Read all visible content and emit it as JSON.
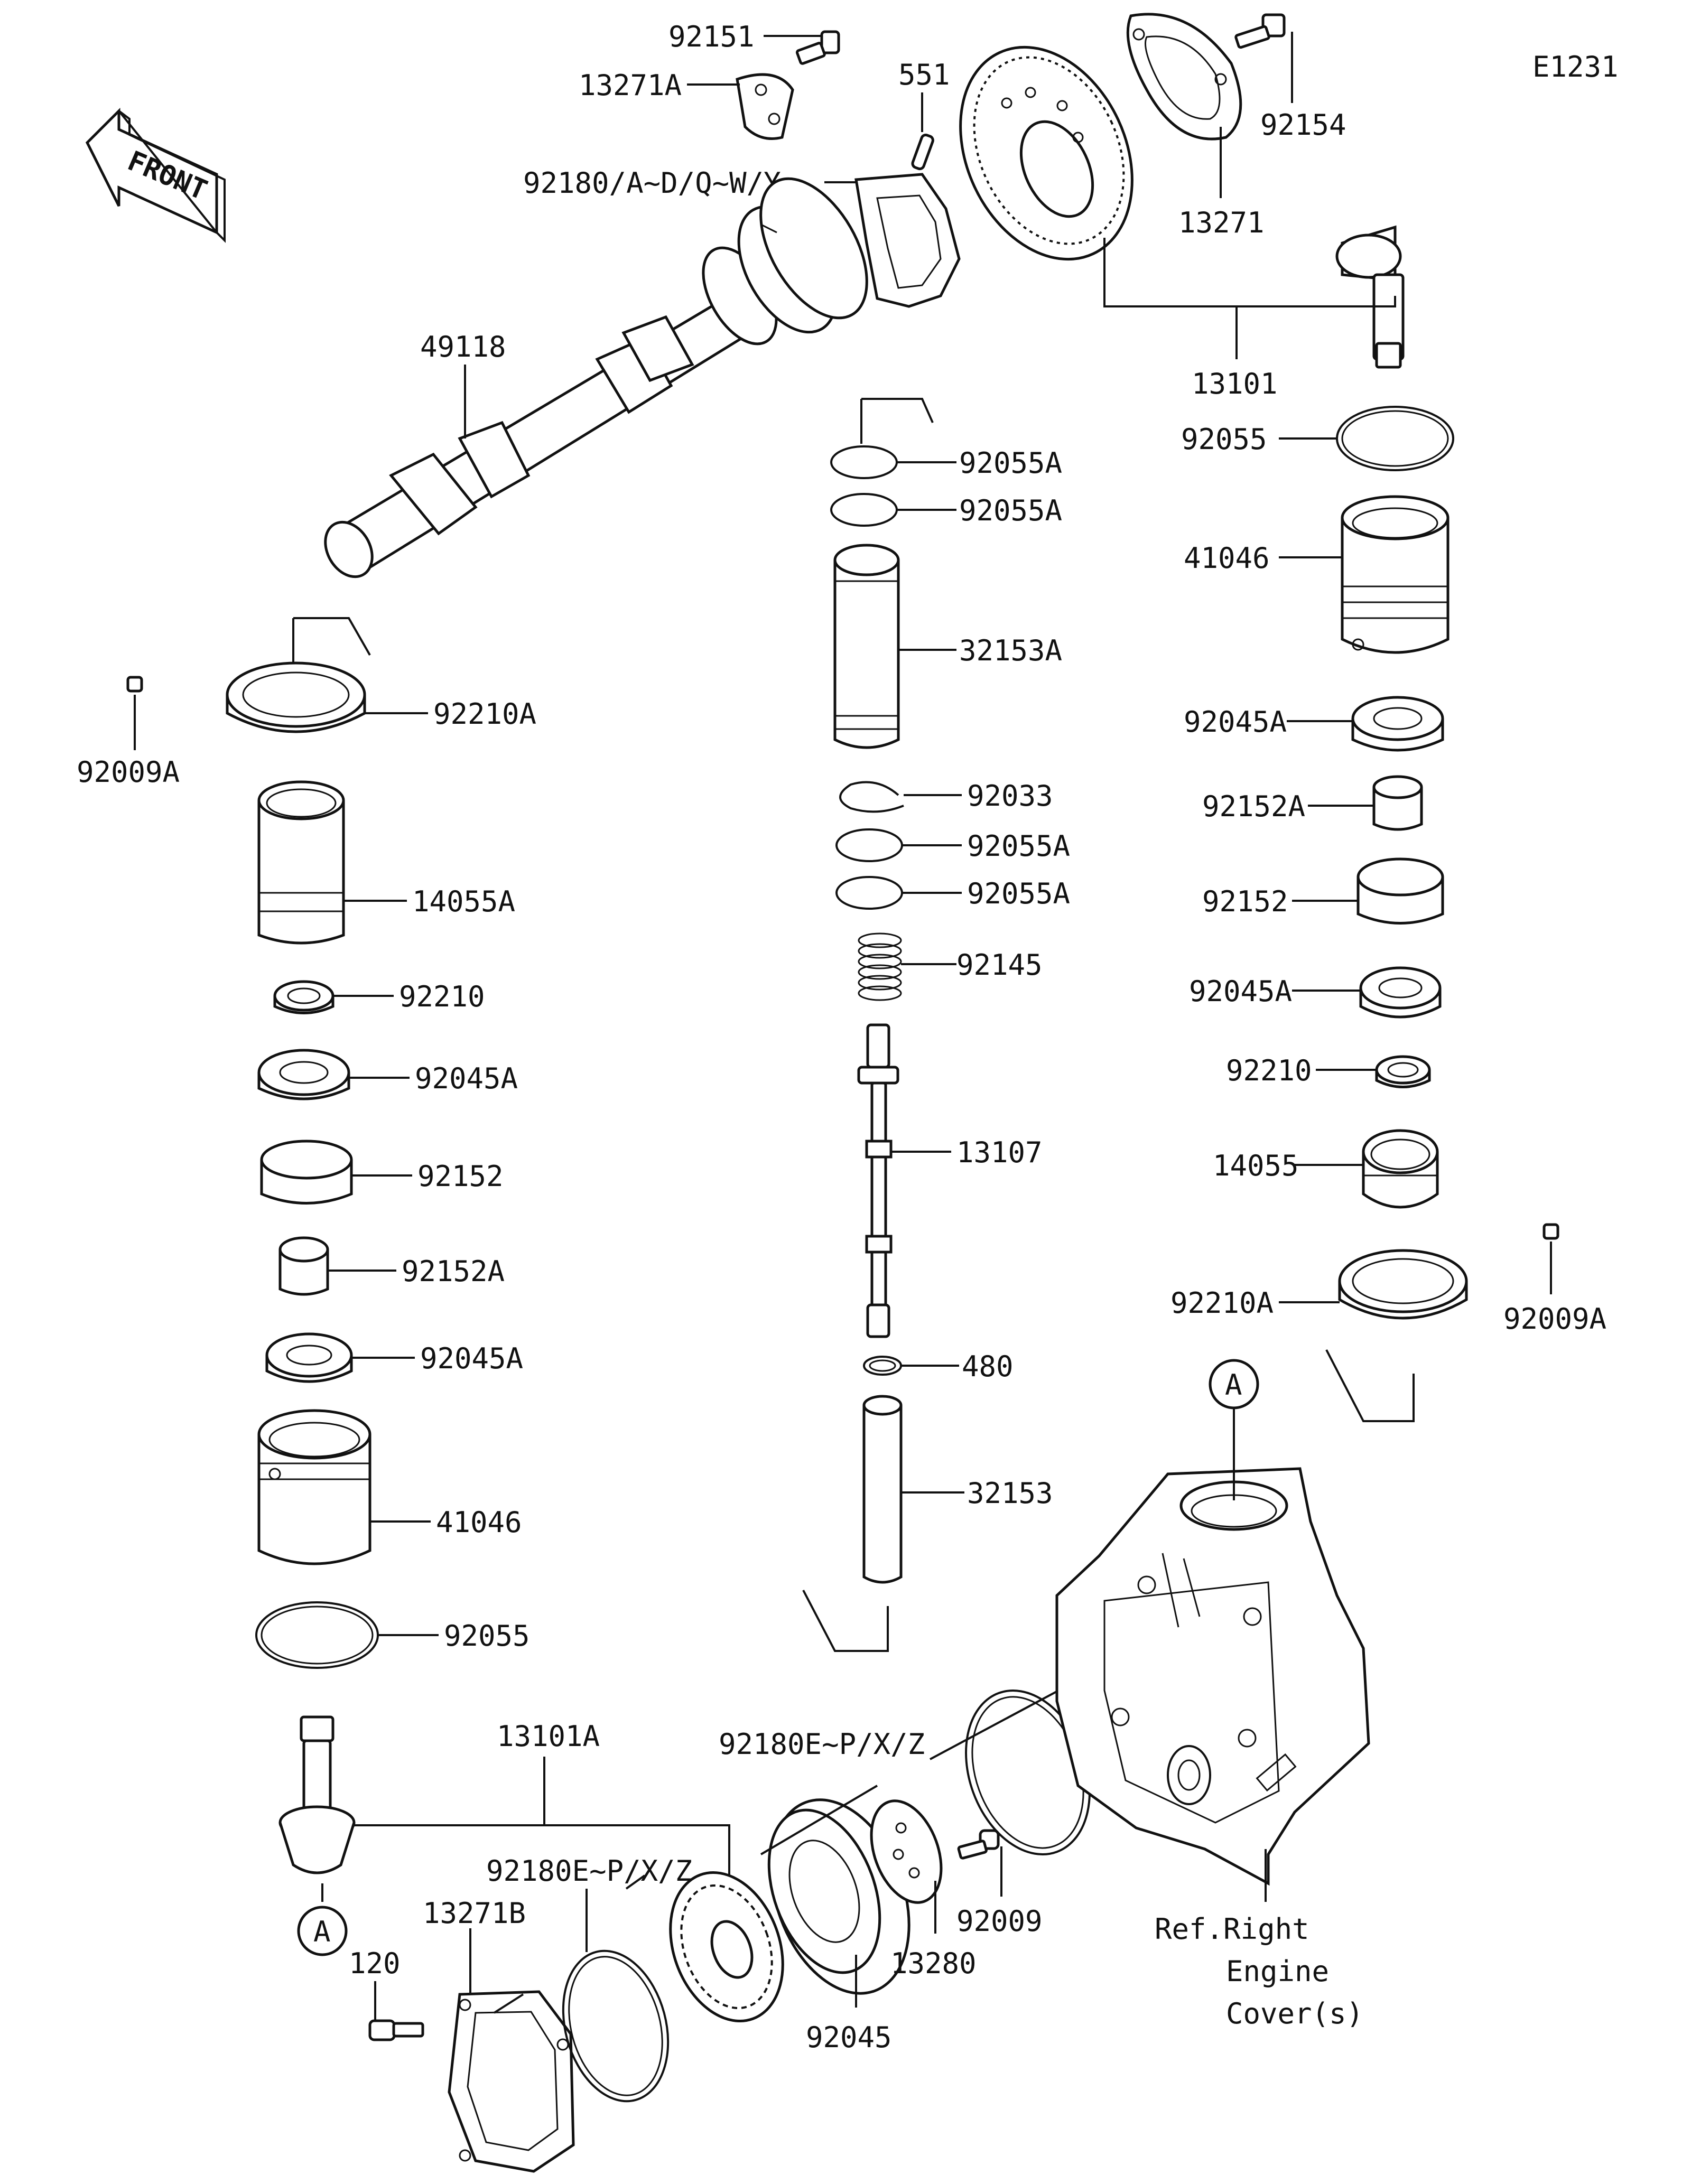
{
  "diagram_code": "E1231",
  "front_label": "FRONT",
  "callout_A": "A",
  "reference_note": [
    "Ref.Right",
    "Engine",
    "Cover(s)"
  ],
  "part_labels": {
    "p92151": "92151",
    "p13271A": "13271A",
    "p551": "551",
    "p92180A": "92180/A~D/Q~W/Y",
    "p49118": "49118",
    "p92154": "92154",
    "p13271": "13271",
    "p13101": "13101",
    "p92055_r": "92055",
    "p41046_r": "41046",
    "p92045A_r1": "92045A",
    "p92152A_r": "92152A",
    "p92152_r": "92152",
    "p92045A_r2": "92045A",
    "p92210_r": "92210",
    "p14055": "14055",
    "p92210A_r": "92210A",
    "p92009A_r": "92009A",
    "p92055A_1": "92055A",
    "p92055A_2": "92055A",
    "p32153A": "32153A",
    "p92033": "92033",
    "p92055A_3": "92055A",
    "p92055A_4": "92055A",
    "p92145": "92145",
    "p13107": "13107",
    "p480": "480",
    "p32153": "32153",
    "p92210A_l": "92210A",
    "p92009A_l": "92009A",
    "p14055A": "14055A",
    "p92210_l": "92210",
    "p92045A_l": "92045A",
    "p92152_l": "92152",
    "p92152A_l": "92152A",
    "p92045A_l2": "92045A",
    "p41046_l": "41046",
    "p92055_l": "92055",
    "p13101A": "13101A",
    "p92180E_1": "92180E~P/X/Z",
    "p92180E_2": "92180E~P/X/Z",
    "p13271B": "13271B",
    "p120": "120",
    "p92045": "92045",
    "p13280": "13280",
    "p92009": "92009"
  }
}
